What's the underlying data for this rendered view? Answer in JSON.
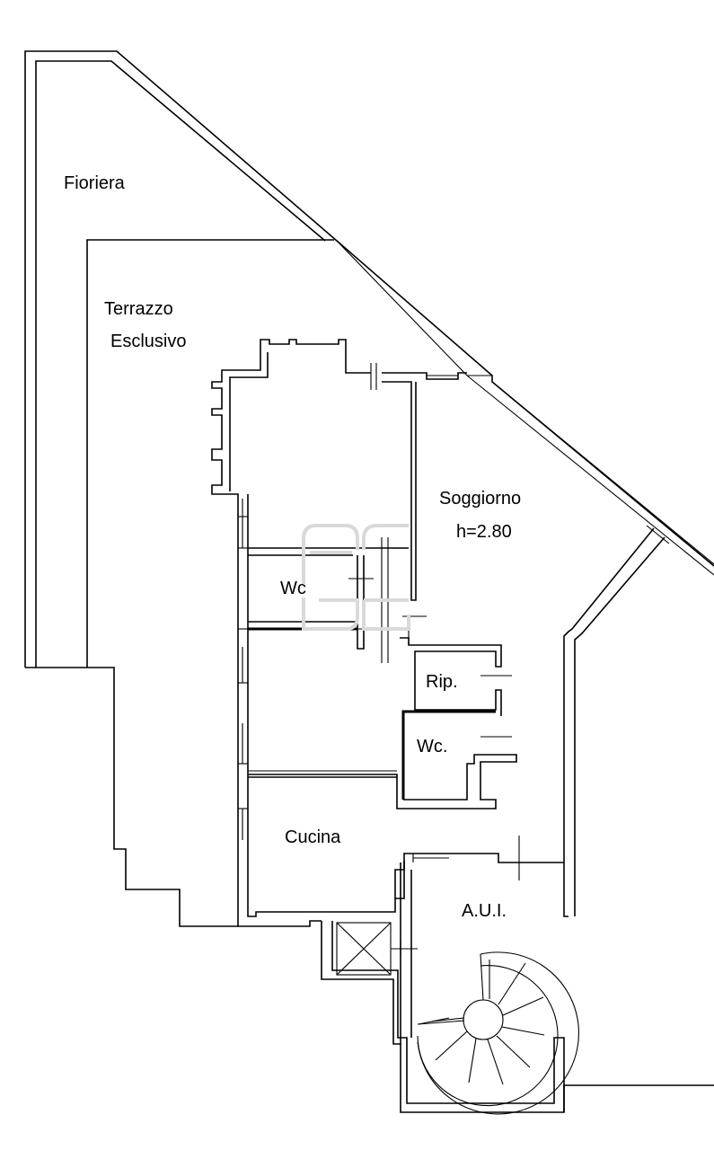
{
  "rooms": {
    "fioriera": "Fioriera",
    "terrazzo_line1": "Terrazzo",
    "terrazzo_line2": "Esclusivo",
    "soggiorno": "Soggiorno",
    "soggiorno_height": "h=2.80",
    "wc_1": "Wc",
    "rip": "Rip.",
    "wc_2": "Wc.",
    "cucina": "Cucina",
    "aui": "A.U.I."
  },
  "watermark": {
    "text": "ACDG"
  },
  "colors": {
    "walls": "#000000",
    "background": "#ffffff",
    "watermark": "#d9d9d9"
  }
}
